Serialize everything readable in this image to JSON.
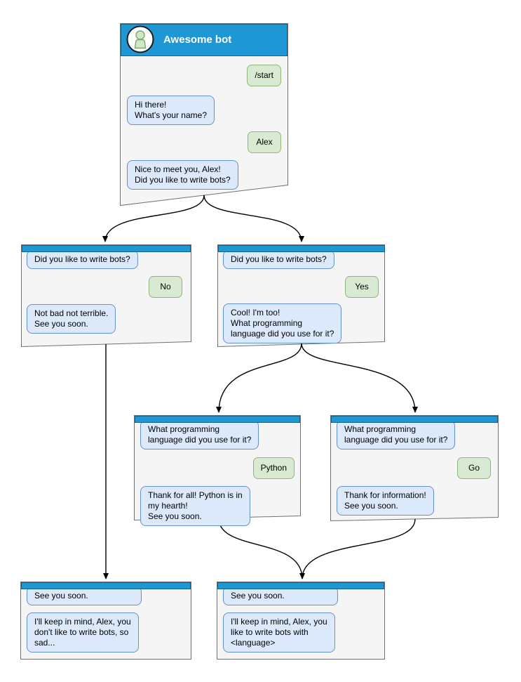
{
  "diagram": {
    "type": "chatbot-conversation-flowchart",
    "colors": {
      "titlebar_blue": "#1e97d4",
      "window_fill": "#f5f5f5",
      "window_border": "#707070",
      "bot_bubble_fill": "#dbe9fb",
      "bot_bubble_border": "#6690cc",
      "user_bubble_fill": "#d9ead3",
      "user_bubble_border": "#8fb878",
      "arrow": "#000000"
    }
  },
  "windows": {
    "main": {
      "title": "Awesome bot",
      "avatar_icon": "person-icon",
      "messages": {
        "start": "/start",
        "greeting": "Hi there!\nWhat's your name?",
        "name": "Alex",
        "meet": "Nice to meet you, Alex!\nDid you like to write bots?"
      }
    },
    "no_branch": {
      "messages": {
        "question": "Did you like to write bots?",
        "answer": "No",
        "reply": "Not bad not terrible.\nSee you soon."
      }
    },
    "yes_branch": {
      "messages": {
        "question": "Did you like to write bots?",
        "answer": "Yes",
        "reply": "Cool! I'm too!\nWhat programming\nlanguage did you use for it?"
      }
    },
    "python_branch": {
      "messages": {
        "question": "What programming\nlanguage did you use for it?",
        "answer": "Python",
        "reply": "Thank for all! Python is in\nmy hearth!\nSee you soon."
      }
    },
    "go_branch": {
      "messages": {
        "question": "What programming\nlanguage did you use for it?",
        "answer": "Go",
        "reply": "Thank for information!\nSee you soon."
      }
    },
    "end_no": {
      "messages": {
        "header": "See you soon.",
        "reply": "I'll keep in mind, Alex, you\ndon't like to write bots, so\nsad..."
      }
    },
    "end_yes": {
      "messages": {
        "header": "See you soon.",
        "reply": "I'll keep in mind, Alex, you\nlike to write bots with\n<language>"
      }
    }
  }
}
